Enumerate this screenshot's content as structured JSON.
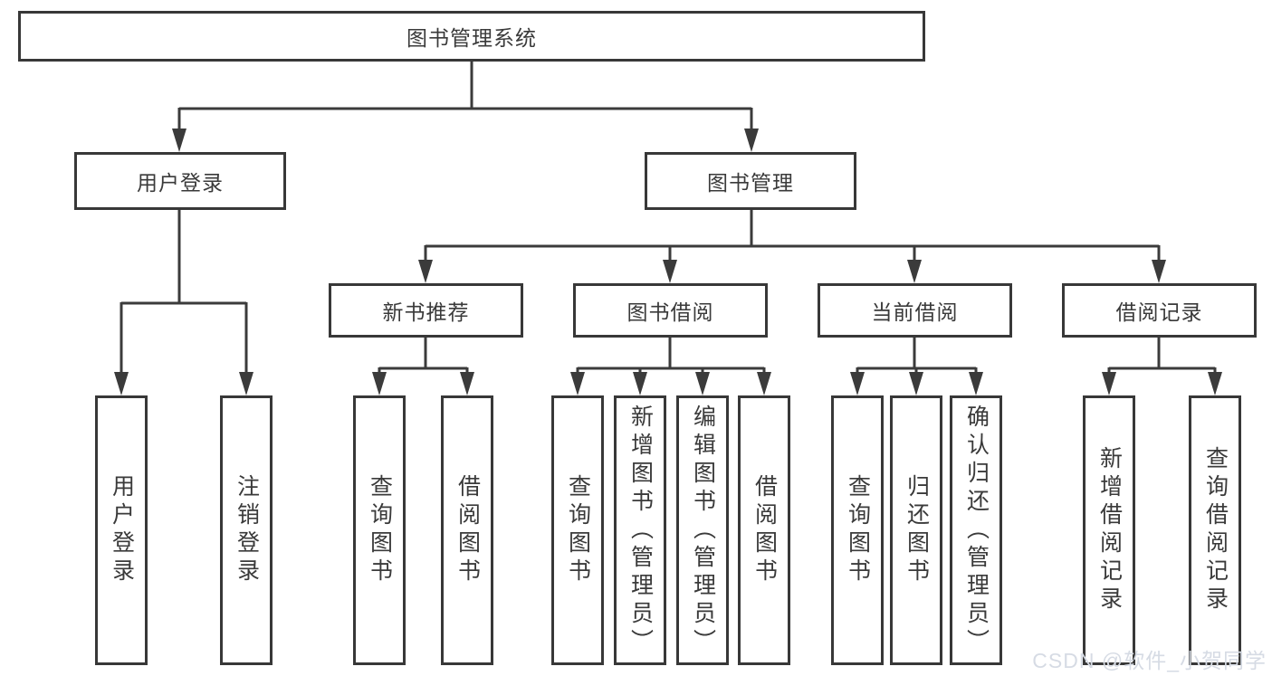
{
  "tree": {
    "root": "图书管理系统",
    "branches": [
      {
        "label": "用户登录",
        "children": [
          "用户登录",
          "注销登录"
        ]
      },
      {
        "label": "图书管理",
        "sections": [
          {
            "label": "新书推荐",
            "children": [
              "查询图书",
              "借阅图书"
            ]
          },
          {
            "label": "图书借阅",
            "children": [
              "查询图书",
              "新增图书（管理员）",
              "编辑图书（管理员）",
              "借阅图书"
            ]
          },
          {
            "label": "当前借阅",
            "children": [
              "查询图书",
              "归还图书",
              "确认归还（管理员）"
            ]
          },
          {
            "label": "借阅记录",
            "children": [
              "新增借阅记录",
              "查询借阅记录"
            ]
          }
        ]
      }
    ]
  },
  "watermark": {
    "text": "CSDN @软件_小贺同学"
  },
  "colors": {
    "line": "#3b3b3b",
    "node_border": "#383838",
    "node_text": "#3a3a3a",
    "watermark_text": "#d6dbe4",
    "background": "#ffffff"
  }
}
